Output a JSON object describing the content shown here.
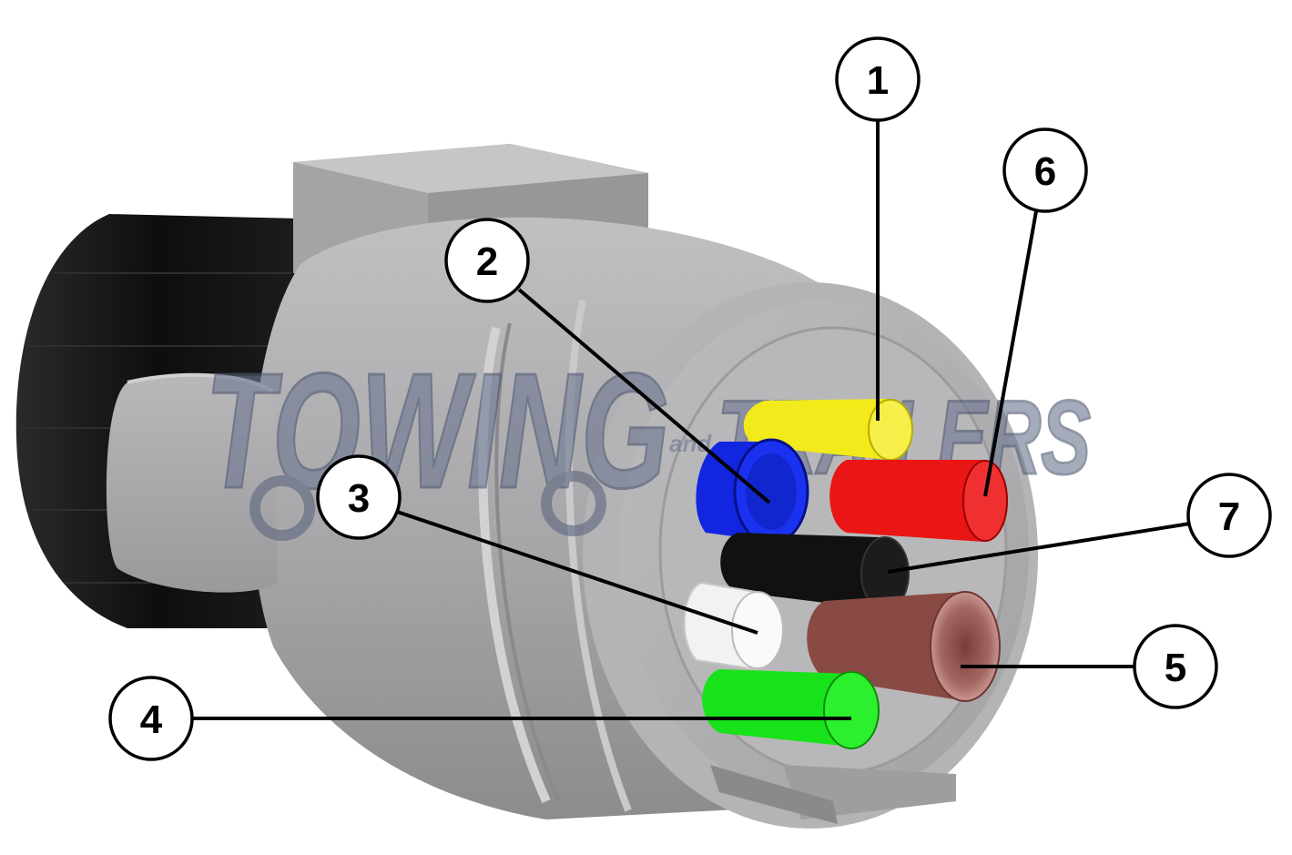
{
  "watermark": {
    "line1": "TOWING",
    "line2": "TRAILERS",
    "small": "and"
  },
  "colors": {
    "housing": "#a9a9ab",
    "housing_dark": "#8e8e90",
    "housing_light": "#c4c4c6",
    "cable_nut": "#141414",
    "watermark_fill": "#6e7892",
    "pin_yellow": "#f2ea1a",
    "pin_blue": "#1226e0",
    "pin_red": "#ea1616",
    "pin_black": "#111111",
    "pin_white": "#f2f2f2",
    "pin_brown": "#8a4a44",
    "pin_green": "#18e21a"
  },
  "callouts": [
    {
      "label": "1",
      "pin_color": "pin_yellow"
    },
    {
      "label": "2",
      "pin_color": "pin_blue"
    },
    {
      "label": "3",
      "pin_color": "pin_white"
    },
    {
      "label": "4",
      "pin_color": "pin_green"
    },
    {
      "label": "5",
      "pin_color": "pin_brown"
    },
    {
      "label": "6",
      "pin_color": "pin_red"
    },
    {
      "label": "7",
      "pin_color": "pin_black"
    }
  ]
}
